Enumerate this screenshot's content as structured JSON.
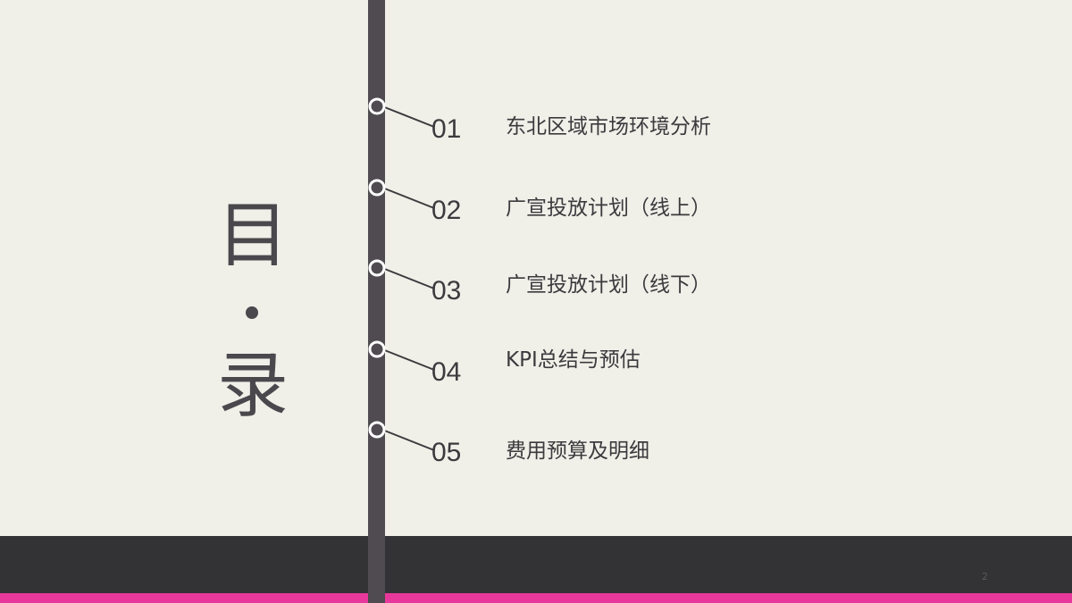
{
  "title": {
    "top_char": "目",
    "bottom_char": "录"
  },
  "items": [
    {
      "number": "01",
      "label": "东北区域市场环境分析"
    },
    {
      "number": "02",
      "label": "广宣投放计划（线上）"
    },
    {
      "number": "03",
      "label": "广宣投放计划（线下）"
    },
    {
      "number": "04",
      "label": "KPI总结与预估"
    },
    {
      "number": "05",
      "label": "费用预算及明细"
    }
  ],
  "footer": {
    "page_number": "2"
  },
  "colors": {
    "background": "#f0efe8",
    "spine": "#4f4b50",
    "band": "#333235",
    "accent": "#e8389b",
    "text": "#3b3a3d"
  }
}
